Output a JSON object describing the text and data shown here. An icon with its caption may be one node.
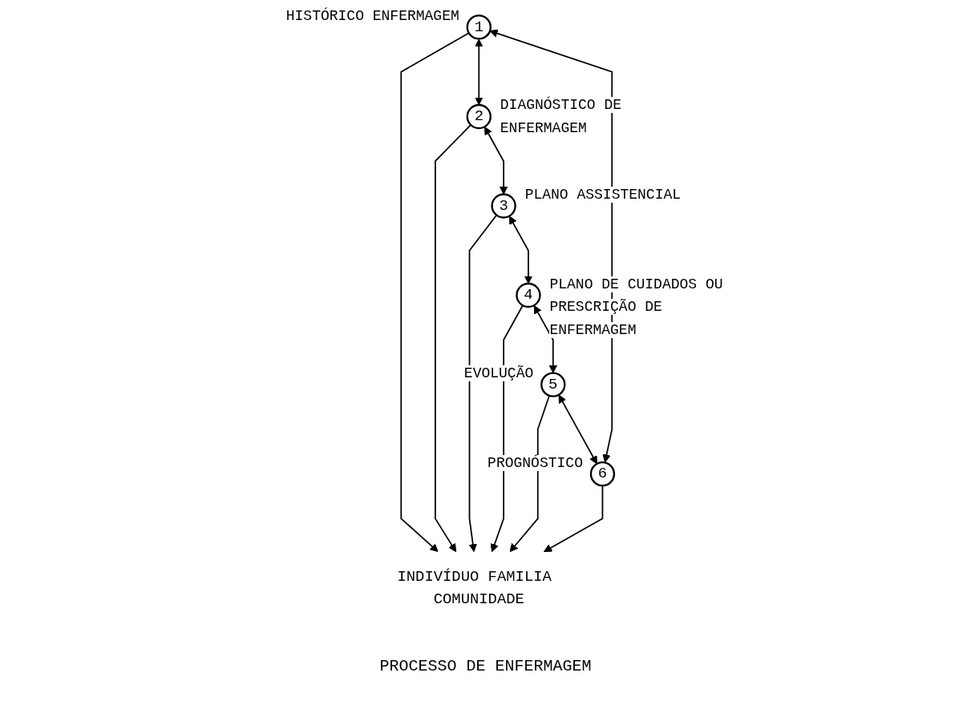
{
  "diagram": {
    "caption": "PROCESSO DE ENFERMAGEM",
    "nodes": [
      {
        "text": [
          "1"
        ],
        "beside": [
          "HISTÓRICO ENFERMAGEM"
        ]
      },
      {
        "text": [
          "2"
        ],
        "beside": [
          "DIAGNÓSTICO DE ENFERMAGEM"
        ]
      },
      {
        "text": [
          "3"
        ],
        "beside": [
          "PLANO ASSISTENCIAL"
        ]
      },
      {
        "text": [
          "4"
        ],
        "beside": [
          "PLANO DE CUIDADOS OU PRESCRIÇÃO DE ENFERMAGEM"
        ]
      },
      {
        "text": [
          "5"
        ],
        "beside": [
          "EVOLUÇÃO"
        ]
      },
      {
        "text": [
          "6"
        ],
        "beside": [
          "PROGNÓSTICO"
        ]
      },
      {
        "text": [
          "INDIVÍDUO FAMILIA COMUNIDADE"
        ]
      }
    ],
    "edges": [
      {
        "from": 0,
        "to": 1,
        "arrow": "both"
      },
      {
        "from": 1,
        "to": 2,
        "arrow": "both"
      },
      {
        "from": 2,
        "to": 3,
        "arrow": "both"
      },
      {
        "from": 3,
        "to": 4,
        "arrow": "both"
      },
      {
        "from": 4,
        "to": 5,
        "arrow": "both"
      },
      {
        "from": 5,
        "to": 0,
        "arrow": "both"
      },
      {
        "from": 0,
        "to": 6,
        "arrow": "to"
      },
      {
        "from": 1,
        "to": 6,
        "arrow": "to"
      },
      {
        "from": 2,
        "to": 6,
        "arrow": "to"
      },
      {
        "from": 3,
        "to": 6,
        "arrow": "to"
      },
      {
        "from": 4,
        "to": 6,
        "arrow": "to"
      },
      {
        "from": 5,
        "to": 6,
        "arrow": "to"
      }
    ]
  }
}
